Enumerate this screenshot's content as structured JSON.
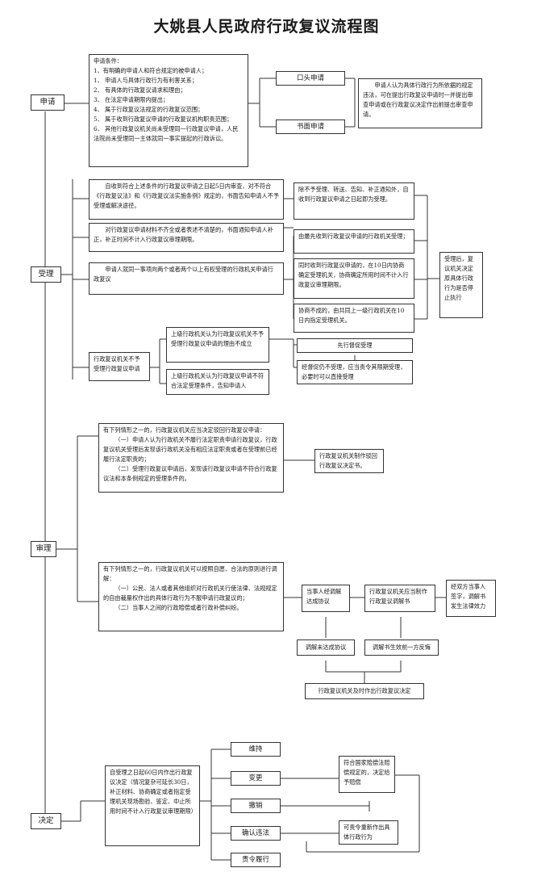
{
  "title": "大姚县人民政府行政复议流程图",
  "stages": {
    "apply": "申请",
    "accept": "受理",
    "review": "审理",
    "decide": "决定"
  },
  "apply": {
    "conditions": [
      "申请条件：",
      "1、有明确的申请人和符合规定的被申请人；",
      "1、 申请人与具体行政行为有利害关系；",
      "2、 有具体的行政复议请求和理由；",
      "3、 在法定申请期限内提出；",
      "4、 属于行政复议法规定的行政复议范围；",
      "5、 属于收到行政复议申请的行政复议机构职责范围；",
      "6、 其他行政复议机关尚未受理同一行政复议申请，人民法院尚未受理同一主体就同一事实提起的行政诉讼。"
    ],
    "oral": "口头申请",
    "written": "书面申请",
    "note": "申请人认为具体行政行为所依据的规定违法，可在提出行政复议申请时一并提出审查申请或在行政复议决定作出前提出审查申请。"
  },
  "accept": {
    "box1": "自收到符合上述条件的行政复议申请之日起5日内审查，对不符合《行政复议法》和《行政复议法实施条例》规定的，书面告知申请人不予受理或解决途径。",
    "box2": "对行政复议申请材料不齐全或者表述不清楚的，书面通知申请人补正，补正时间不计入行政复议审理期限。",
    "box3": "申请人就同一事项向两个或者两个以上有权受理的行政机关申请行政复议",
    "box4": "行政复议机关不予受理行政复议申请",
    "box5": "除不予受理、转送、告知、补正通知外，自收到行政复议申请之日起即为受理。",
    "box6": "由最先收到行政复议申请的行政机关受理；",
    "box7": "同时收到行政复议申请的，在10日内协商确定受理机关，协商确定所用时间不计入行政复议审理期限。",
    "box8": "协商不成的，由共同上一级行政机关在10日内指定受理机关。",
    "box9": "受理后，复议机关决定原具体行政行为是否停止执行",
    "box10": "上级行政机关认为行政复议机关不予受理行政复议申请的理由不成立",
    "box11": "上级行政机关认为行政复议申请不符合法定受理条件，告知申请人",
    "box12": "先行督促受理",
    "box13": "经督促仍不受理，应当责令其限期受理，必要时可以直接受理"
  },
  "review": {
    "box1": [
      "有下列情形之一的，行政复议机关应当决定驳回行政复议申请：",
      "（一）申请人认为行政机关不履行法定职责申请行政复议，行政复议机关受理后发现该行政机关没有相应法定职责或者在受理前已经履行法定职责的；",
      "（二）受理行政复议申请后，发现该行政复议申请不符合行政复议法和本条例规定的受理条件的。"
    ],
    "box2": "行政复议机关制作驳回行政复议决定书。",
    "box3": [
      "有下列情形之一的，行政复议机关可以按照自愿、合法的原则进行调解：",
      "（一）公民、法人或者其他组织对行政机关行使法律、法规规定的自由裁量权作出的具体行政行为不服申请行政复议的；",
      "（二）当事人之间的行政赔偿或者行政补偿纠纷。"
    ],
    "box4": "当事人经调解达成协议",
    "box5": "行政复议机关应当制作行政复议调解书",
    "box6": "经双方当事人签字，调解书发生法律效力",
    "box7": "调解未达成协议",
    "box8": "调解书生效前一方反悔",
    "box9": "行政复议机关及时作出行政复议决定"
  },
  "decide": {
    "main": "自受理之日起60日内作出行政复议决定（情况复杂可延长30日，补正材料、协商确定或者指定受理机关现场勘验、鉴定、中止所用时间不计入行政复议审理期限）",
    "options": [
      "维持",
      "变更",
      "撤销",
      "确认违法",
      "责令履行"
    ],
    "compensation": "符合国家赔偿法赔偿规定的，决定给予赔偿",
    "redo": "可责令重新作出具体行政行为"
  }
}
